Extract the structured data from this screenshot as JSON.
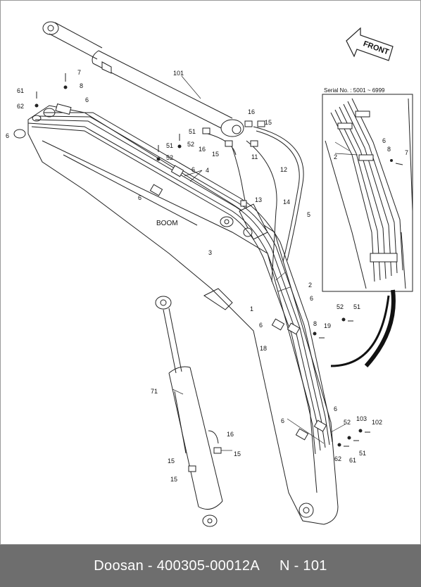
{
  "footer": {
    "brand": "Doosan",
    "separator": "-",
    "part_number": "400305-00012A",
    "sheet": "N - 101"
  },
  "labels": {
    "front": "FRONT",
    "boom": "BOOM",
    "serial": "Serial No. : 5001 ~ 6999"
  },
  "callouts": {
    "c101": "101",
    "c7a": "7",
    "c8a": "8",
    "c61a": "61",
    "c62a": "62",
    "c6a": "6",
    "c6b": "6",
    "c51a": "51",
    "c52a": "52",
    "c51b": "51",
    "c52b": "52",
    "c16a": "16",
    "c15a": "15",
    "c16b": "16",
    "c15b": "15",
    "c11": "11",
    "c12": "12",
    "c6c": "6",
    "c4": "4",
    "c6d": "6",
    "c13": "13",
    "c14": "14",
    "c5": "5",
    "c3": "3",
    "c2a": "2",
    "c6e": "6",
    "c1": "1",
    "c52c": "52",
    "c51c": "51",
    "c6f": "6",
    "c8b": "8",
    "c19": "19",
    "c18": "18",
    "c71": "71",
    "c16c": "16",
    "c15c": "15",
    "c15d": "15",
    "c15e": "15",
    "c6g": "6",
    "c6h": "6",
    "c52d": "52",
    "c103": "103",
    "c102": "102",
    "c62b": "62",
    "c61b": "61",
    "c51d": "51",
    "c2b": "2",
    "c6i": "6",
    "c8c": "8",
    "c7b": "7"
  }
}
